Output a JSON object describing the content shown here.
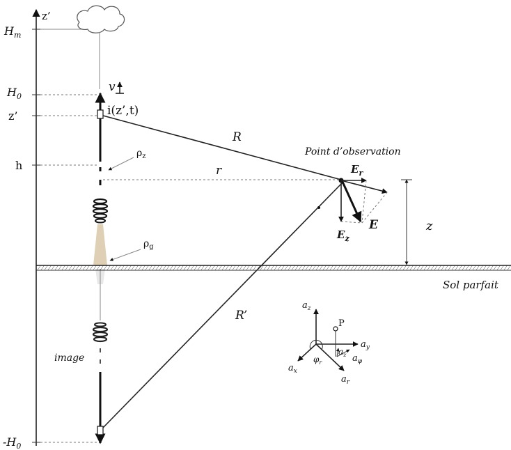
{
  "axis": {
    "z_prime": "z’"
  },
  "heights": {
    "h_m": "H",
    "h_m_sub": "m",
    "h0": "H",
    "h0_sub": "0",
    "zp": "z’",
    "h": "h",
    "neg_h0": "-H",
    "neg_h0_sub": "0"
  },
  "channel": {
    "v": "v",
    "current": "i(z’,t)",
    "rho_z": "ρ",
    "rho_z_sub": "z",
    "rho_g": "ρ",
    "rho_g_sub": "g",
    "image_label": "image"
  },
  "geometry": {
    "R": "R",
    "r": "r",
    "R_prime": "R’",
    "z": "z"
  },
  "observation": {
    "label": "Point d’observation",
    "E_r": "E",
    "E_r_sub": "r",
    "E_z": "E",
    "E_z_sub": "z",
    "E": "E"
  },
  "ground": {
    "label": "Sol parfait"
  },
  "coordinates": {
    "a_z": "a",
    "a_z_sub": "z",
    "P": "P",
    "a_y": "a",
    "a_y_sub": "y",
    "a_x": "a",
    "a_x_sub": "x",
    "a_r": "a",
    "a_r_sub": "r",
    "a_phi": "a",
    "a_phi_sub": "φ",
    "alpha_z": "a",
    "alpha_z_sub": "z",
    "phi_r": "φ",
    "phi_r_sub": "r"
  },
  "colors": {
    "ground_hatch": "#555555",
    "channel_shading": "#d9c7a8"
  }
}
